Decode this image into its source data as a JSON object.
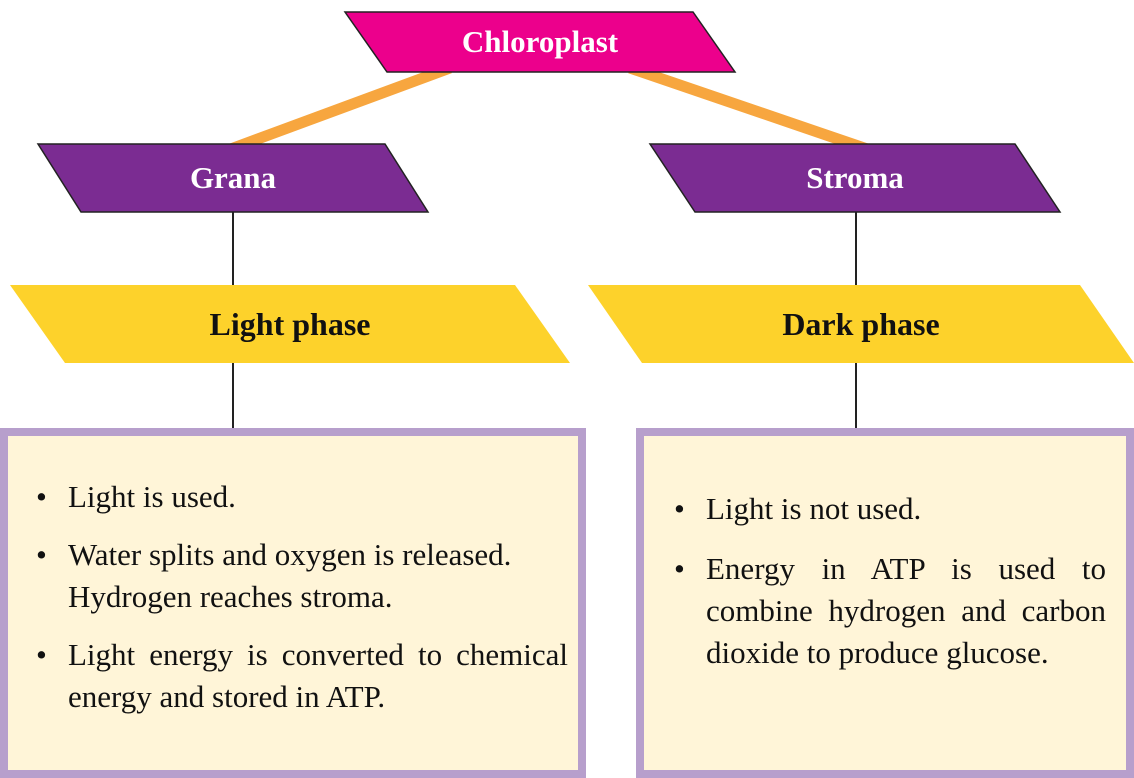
{
  "root": {
    "label": "Chloroplast"
  },
  "branches": [
    {
      "label": "Grana",
      "phase": "Light phase",
      "facts": [
        "Light is used.",
        "Water splits and oxygen is released. Hydrogen reaches stroma.",
        "Light energy is converted to chemical energy and stored in ATP."
      ]
    },
    {
      "label": "Stroma",
      "phase": "Dark phase",
      "facts": [
        "Light is not used.",
        "Energy in ATP is used to combine hydrogen and carbon dioxide to produce glucose."
      ]
    }
  ],
  "colors": {
    "root_fill": "#ec008c",
    "branch_fill": "#7b2c92",
    "phase_fill": "#fdd22b",
    "connector": "#f7a63f",
    "stem": "#222222",
    "box_fill": "#fff5d8",
    "box_border": "#b79fcc"
  },
  "bullet_glyph": "•"
}
